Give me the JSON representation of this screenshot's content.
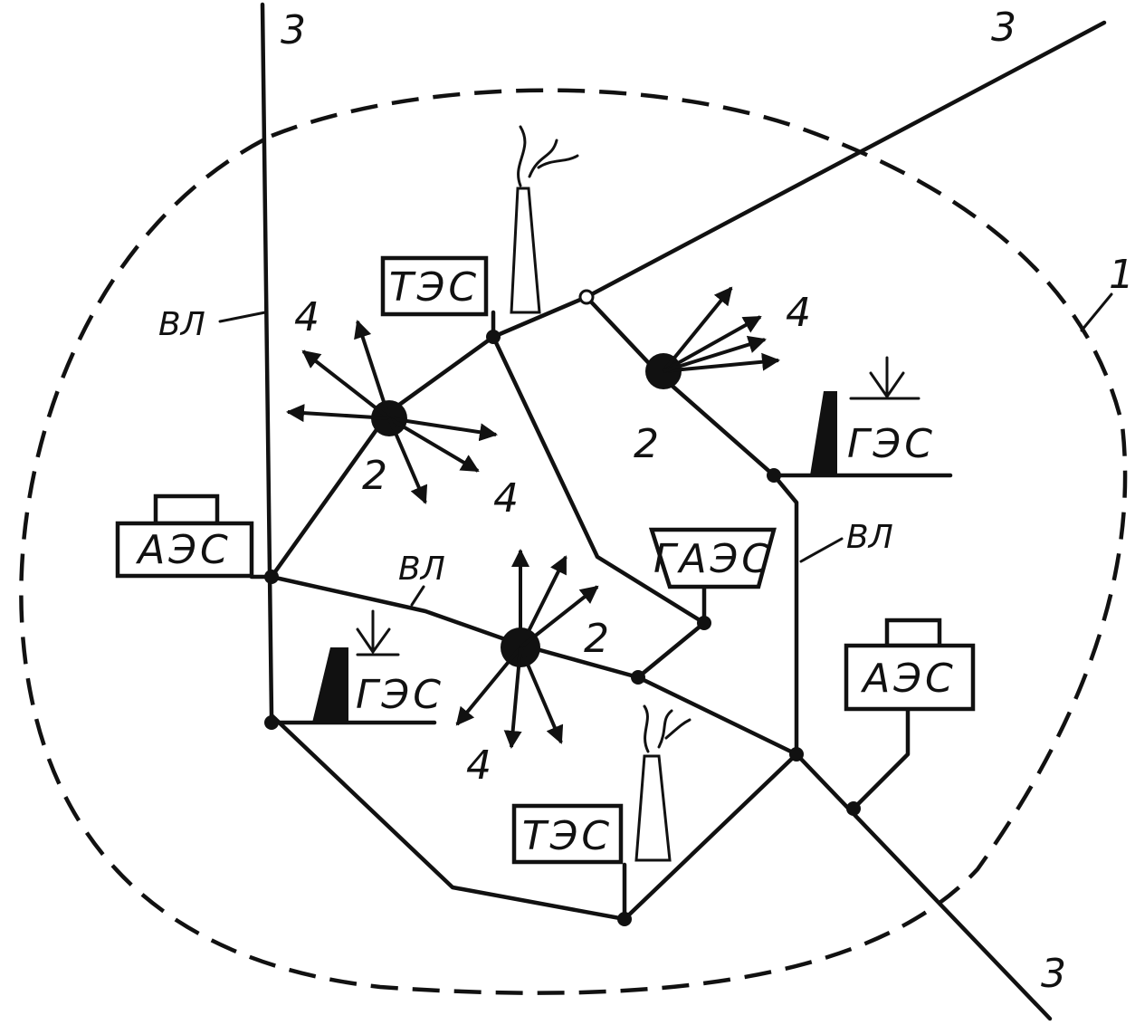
{
  "labels": {
    "tes": "ТЭС",
    "aes": "АЭС",
    "ges": "ГЭС",
    "gaes": "ГАЭС",
    "vl": "ВЛ",
    "n1": "1",
    "n2": "2",
    "n3": "3",
    "n4": "4"
  }
}
